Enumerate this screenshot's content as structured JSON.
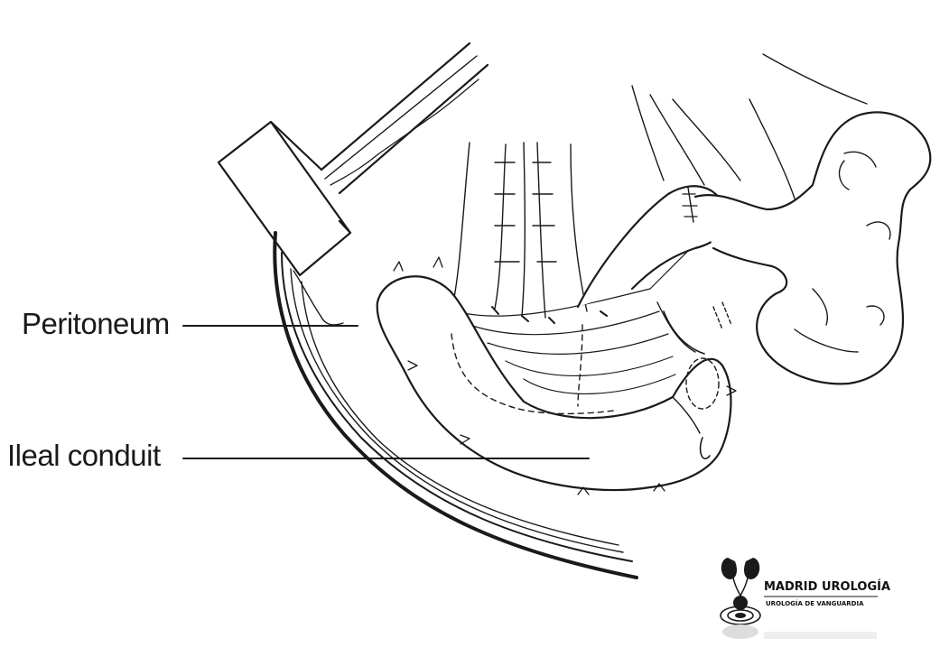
{
  "labels": {
    "peritoneum": "Peritoneum",
    "ileal_conduit": "Ileal conduit"
  },
  "logo": {
    "title": "MADRID UROLOGÍA",
    "subtitle": "UROLOGÍA DE VANGUARDIA"
  },
  "colors": {
    "line": "#1a1a1a",
    "fill": "#ffffff"
  }
}
